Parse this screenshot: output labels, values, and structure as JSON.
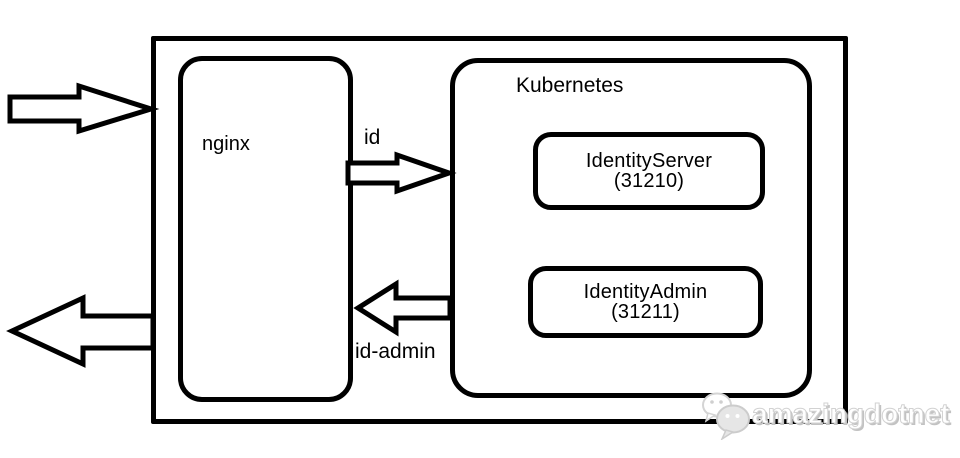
{
  "diagram": {
    "nodes": {
      "nginx": {
        "label": "nginx"
      },
      "kubernetes": {
        "label": "Kubernetes"
      },
      "services": [
        {
          "name": "IdentityServer",
          "port": "(31210)"
        },
        {
          "name": "IdentityAdmin",
          "port": "(31211)"
        }
      ]
    },
    "edges": {
      "nginx_to_identityserver": {
        "label": "id"
      },
      "identityadmin_to_nginx": {
        "label": "id-admin"
      }
    }
  },
  "watermark": {
    "text": "amazingdotnet"
  },
  "colors": {
    "line": "#000000",
    "background": "#ffffff",
    "watermark_gray": "#c2c2c2"
  }
}
